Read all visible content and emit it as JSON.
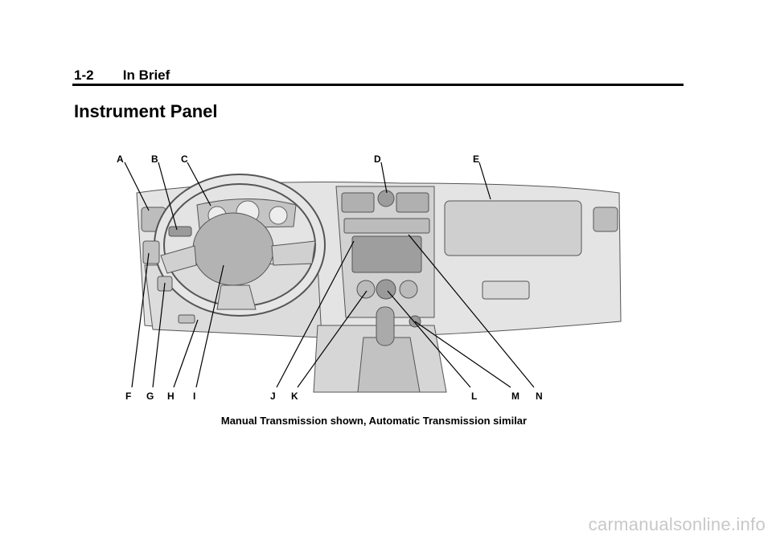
{
  "page": {
    "page_number": "1-2",
    "section": "In Brief",
    "title": "Instrument Panel"
  },
  "figure": {
    "callouts": [
      "A",
      "B",
      "C",
      "D",
      "E",
      "F",
      "G",
      "H",
      "I",
      "J",
      "K",
      "L",
      "M",
      "N"
    ],
    "caption": "Manual Transmission shown, Automatic Transmission similar"
  },
  "watermark": "carmanualsonline.info"
}
